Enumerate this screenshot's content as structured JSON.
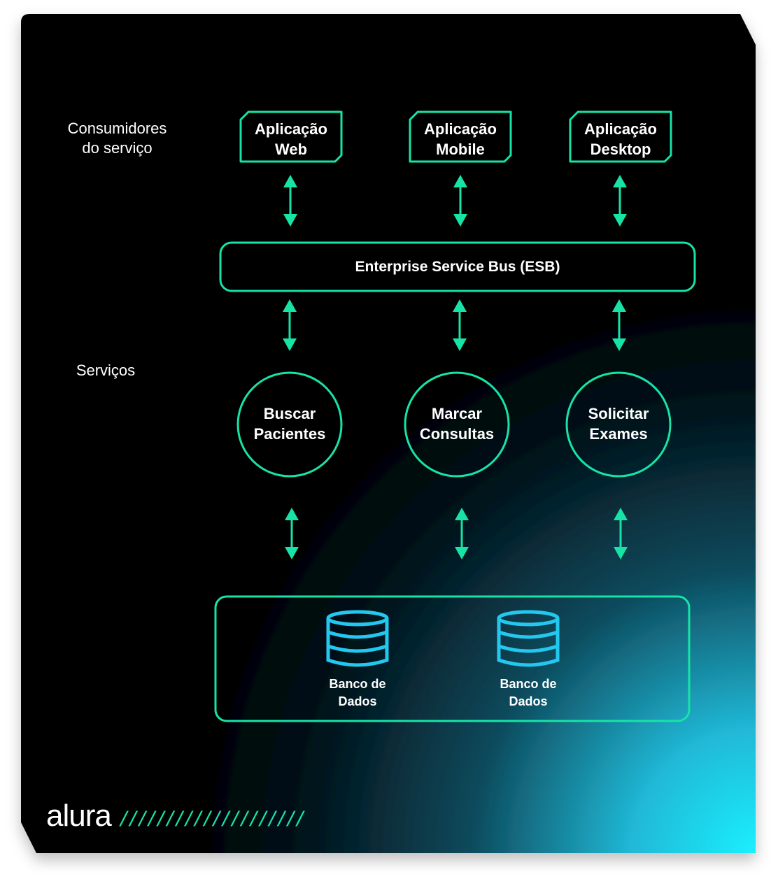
{
  "labels": {
    "consumers": [
      "Consumidores",
      "do serviço"
    ],
    "services": "Serviços"
  },
  "consumers": [
    {
      "line1": "Aplicação",
      "line2": "Web"
    },
    {
      "line1": "Aplicação",
      "line2": "Mobile"
    },
    {
      "line1": "Aplicação",
      "line2": "Desktop"
    }
  ],
  "esb": {
    "label": "Enterprise Service Bus (ESB)"
  },
  "services": [
    {
      "line1": "Buscar",
      "line2": "Pacientes"
    },
    {
      "line1": "Marcar",
      "line2": "Consultas"
    },
    {
      "line1": "Solicitar",
      "line2": "Exames"
    }
  ],
  "databases": [
    {
      "line1": "Banco de",
      "line2": "Dados",
      "icon": "database-icon"
    },
    {
      "line1": "Banco de",
      "line2": "Dados",
      "icon": "database-icon"
    }
  ],
  "brand": {
    "name": "alura",
    "decoration": "////////////////////"
  },
  "colors": {
    "background": "#000000",
    "accent": "#18e3a6",
    "database": "#22c8f0",
    "glow": "#1ee6ff",
    "text": "#ffffff"
  }
}
